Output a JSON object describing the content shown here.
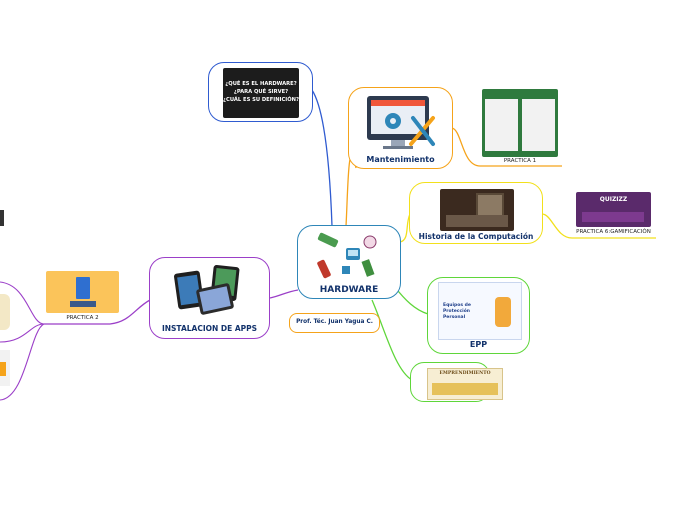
{
  "colors": {
    "blue": "#2f5bd0",
    "orange": "#f5a31a",
    "yellow": "#f2e01c",
    "green": "#5fd63a",
    "purple": "#9b3fc8",
    "teal": "#2e86b8",
    "navy": "#12326b"
  },
  "center": {
    "title": "HARDWARE"
  },
  "branches": {
    "que_es": {
      "lines": [
        "¿QUÉ ES EL HARDWARE?",
        "¿PARA QUÉ SIRVE?",
        "¿CUÁL ES SU DEFINICIÓN?"
      ]
    },
    "mantenimiento": {
      "title": "Mantenimiento",
      "child_label": "PRACTICA 1",
      "icon": "monitor-gear-tools-icon"
    },
    "historia": {
      "title": "Historia de la Computación",
      "child_label": "PRACTICA 6:GAMIFICACIÓN",
      "child_logo": "QUIZIZZ"
    },
    "epp": {
      "title": "EPP",
      "card_lines": [
        "Equipos de",
        "Protección",
        "Personal"
      ]
    },
    "emprendimiento": {
      "banner": "EMPRENDIMIENTO"
    },
    "instalacion": {
      "title": "INSTALACION DE APPS",
      "child_label": "PRACTICA 2"
    },
    "autor": {
      "text": "Prof. Téc. Juan Yagua C."
    }
  }
}
